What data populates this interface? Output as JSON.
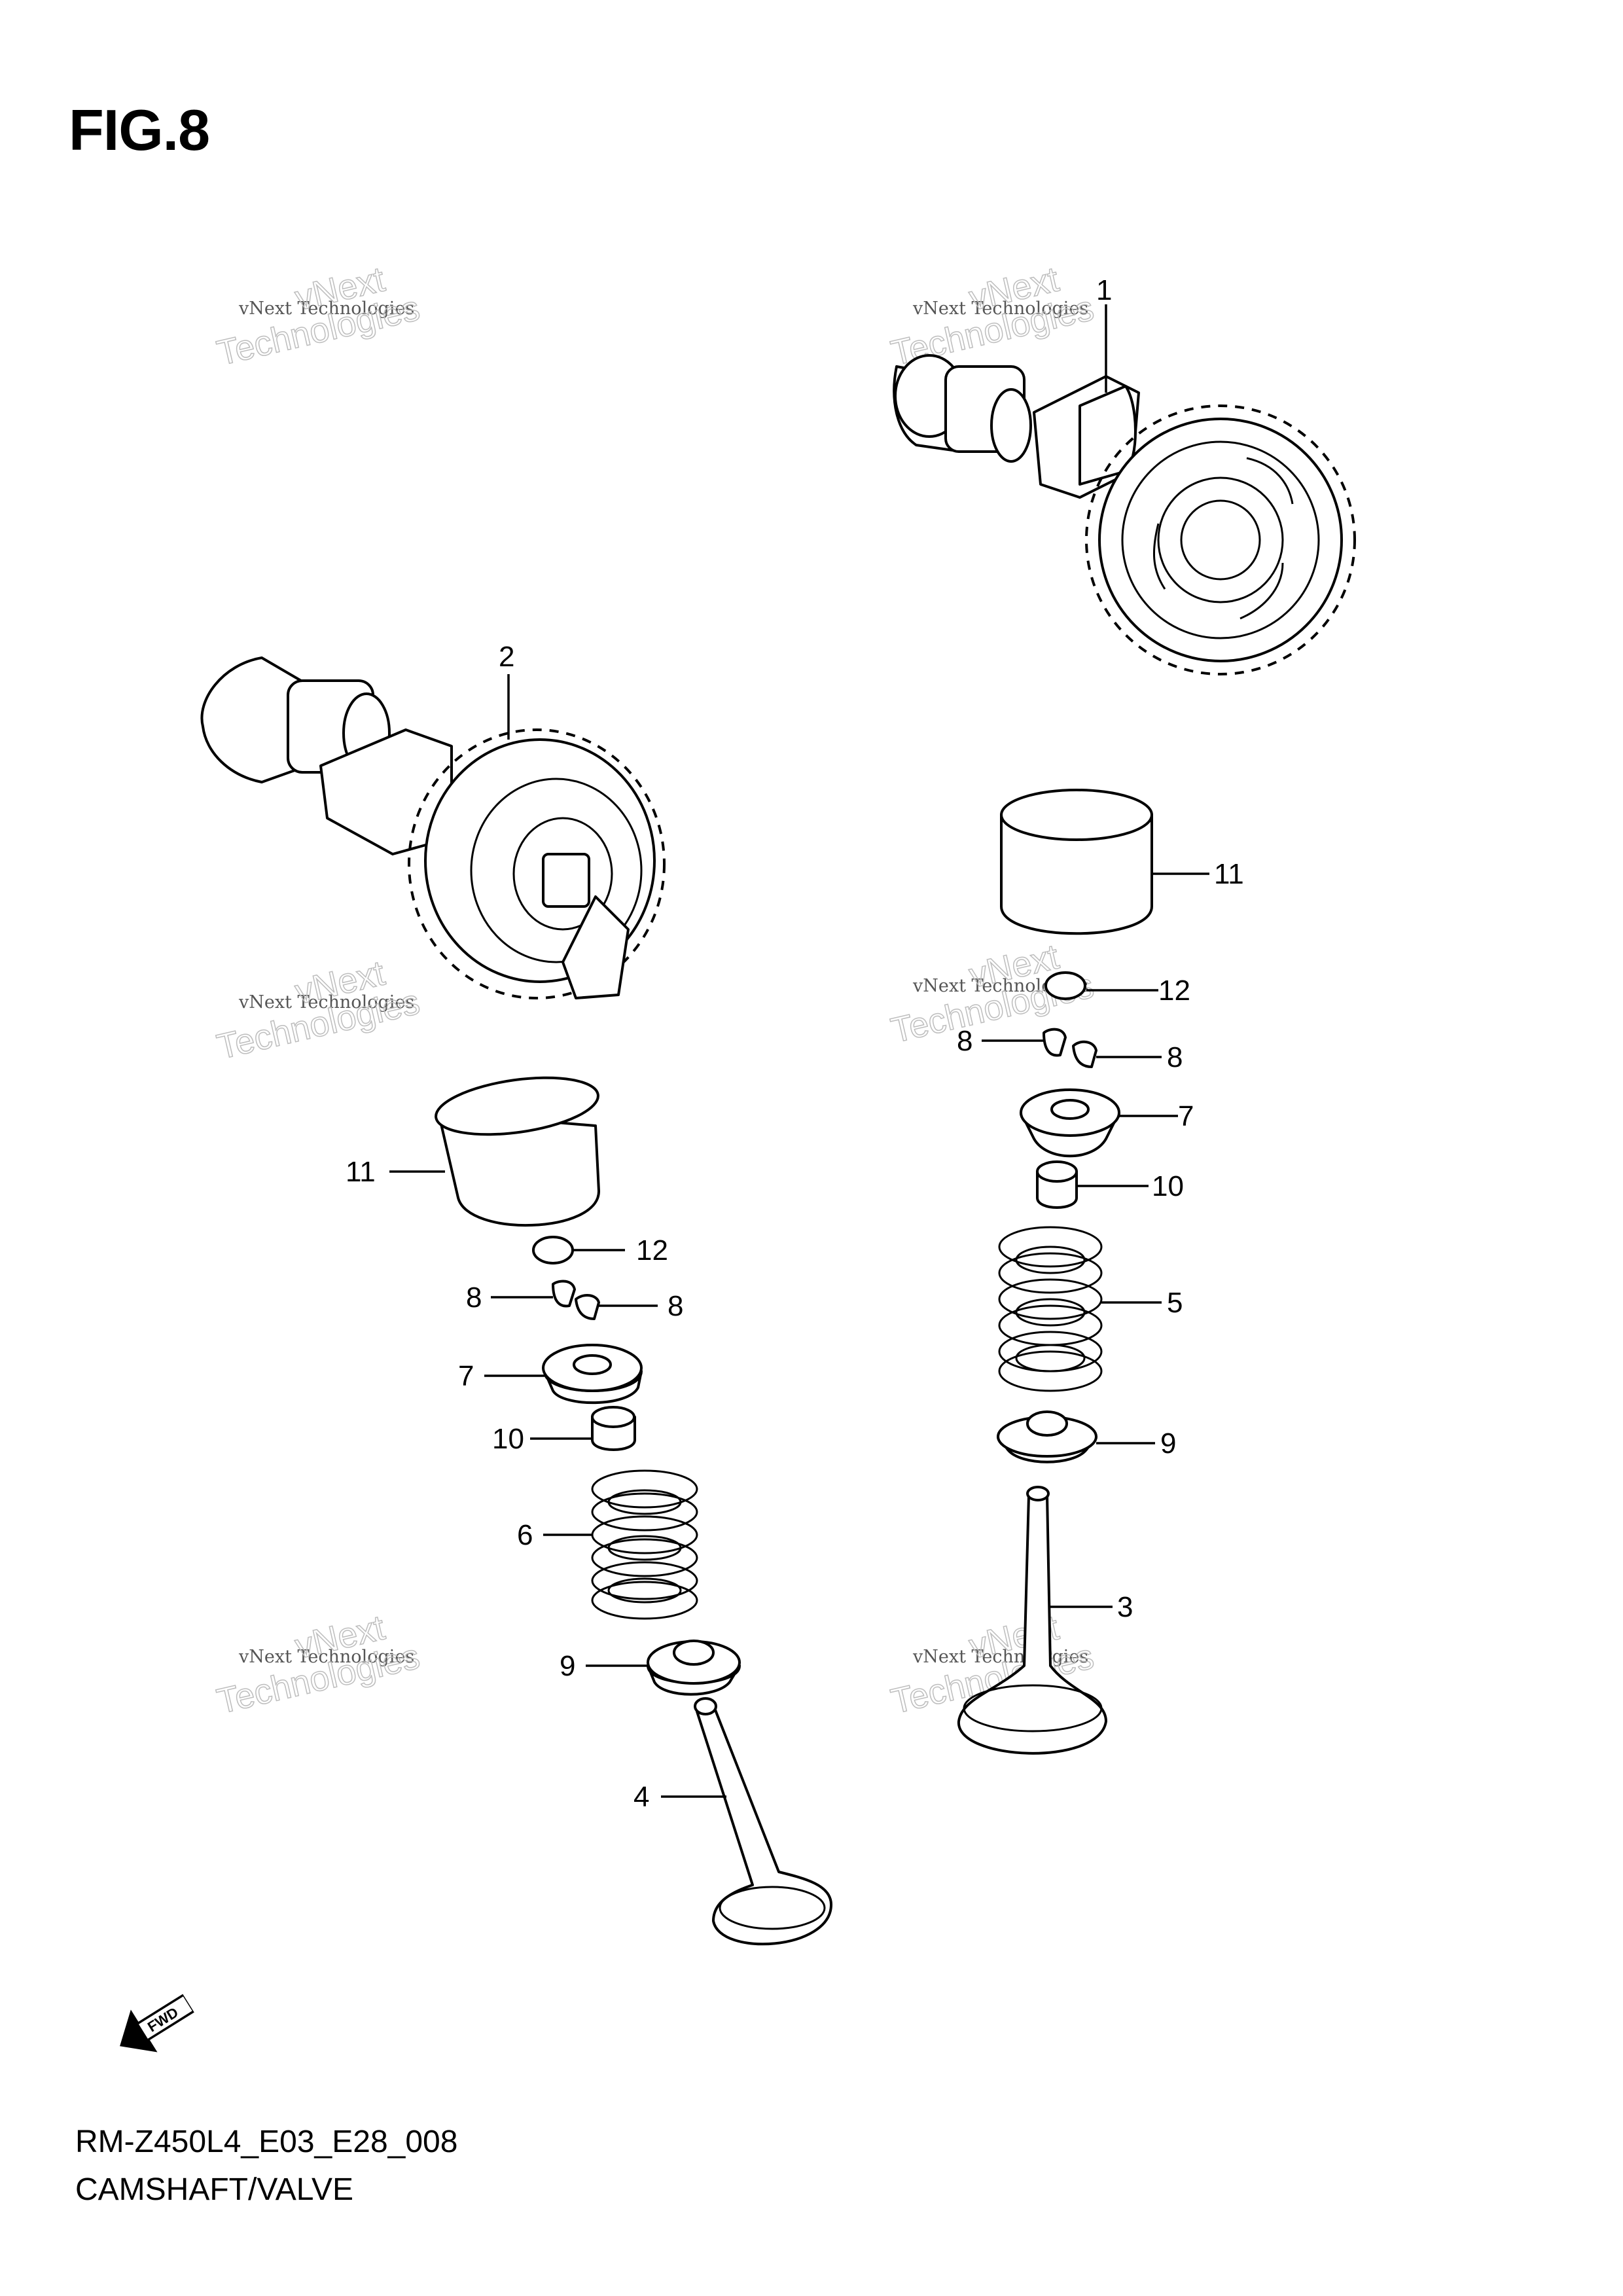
{
  "figure_title": "FIG.8",
  "diagram_code": "RM-Z450L4_E03_E28_008",
  "diagram_name": "CAMSHAFT/VALVE",
  "watermark": {
    "line1": "vNext Technologies",
    "line2a": "vNext",
    "line2b": "Technologies"
  },
  "fwd_label": "FWD",
  "callouts": {
    "c1": "1",
    "c2": "2",
    "c3": "3",
    "c4": "4",
    "c5": "5",
    "c6": "6",
    "c7a": "7",
    "c7b": "7",
    "c8a": "8",
    "c8b": "8",
    "c8c": "8",
    "c8d": "8",
    "c9a": "9",
    "c9b": "9",
    "c10a": "10",
    "c10b": "10",
    "c11a": "11",
    "c11b": "11",
    "c12a": "12",
    "c12b": "12"
  }
}
